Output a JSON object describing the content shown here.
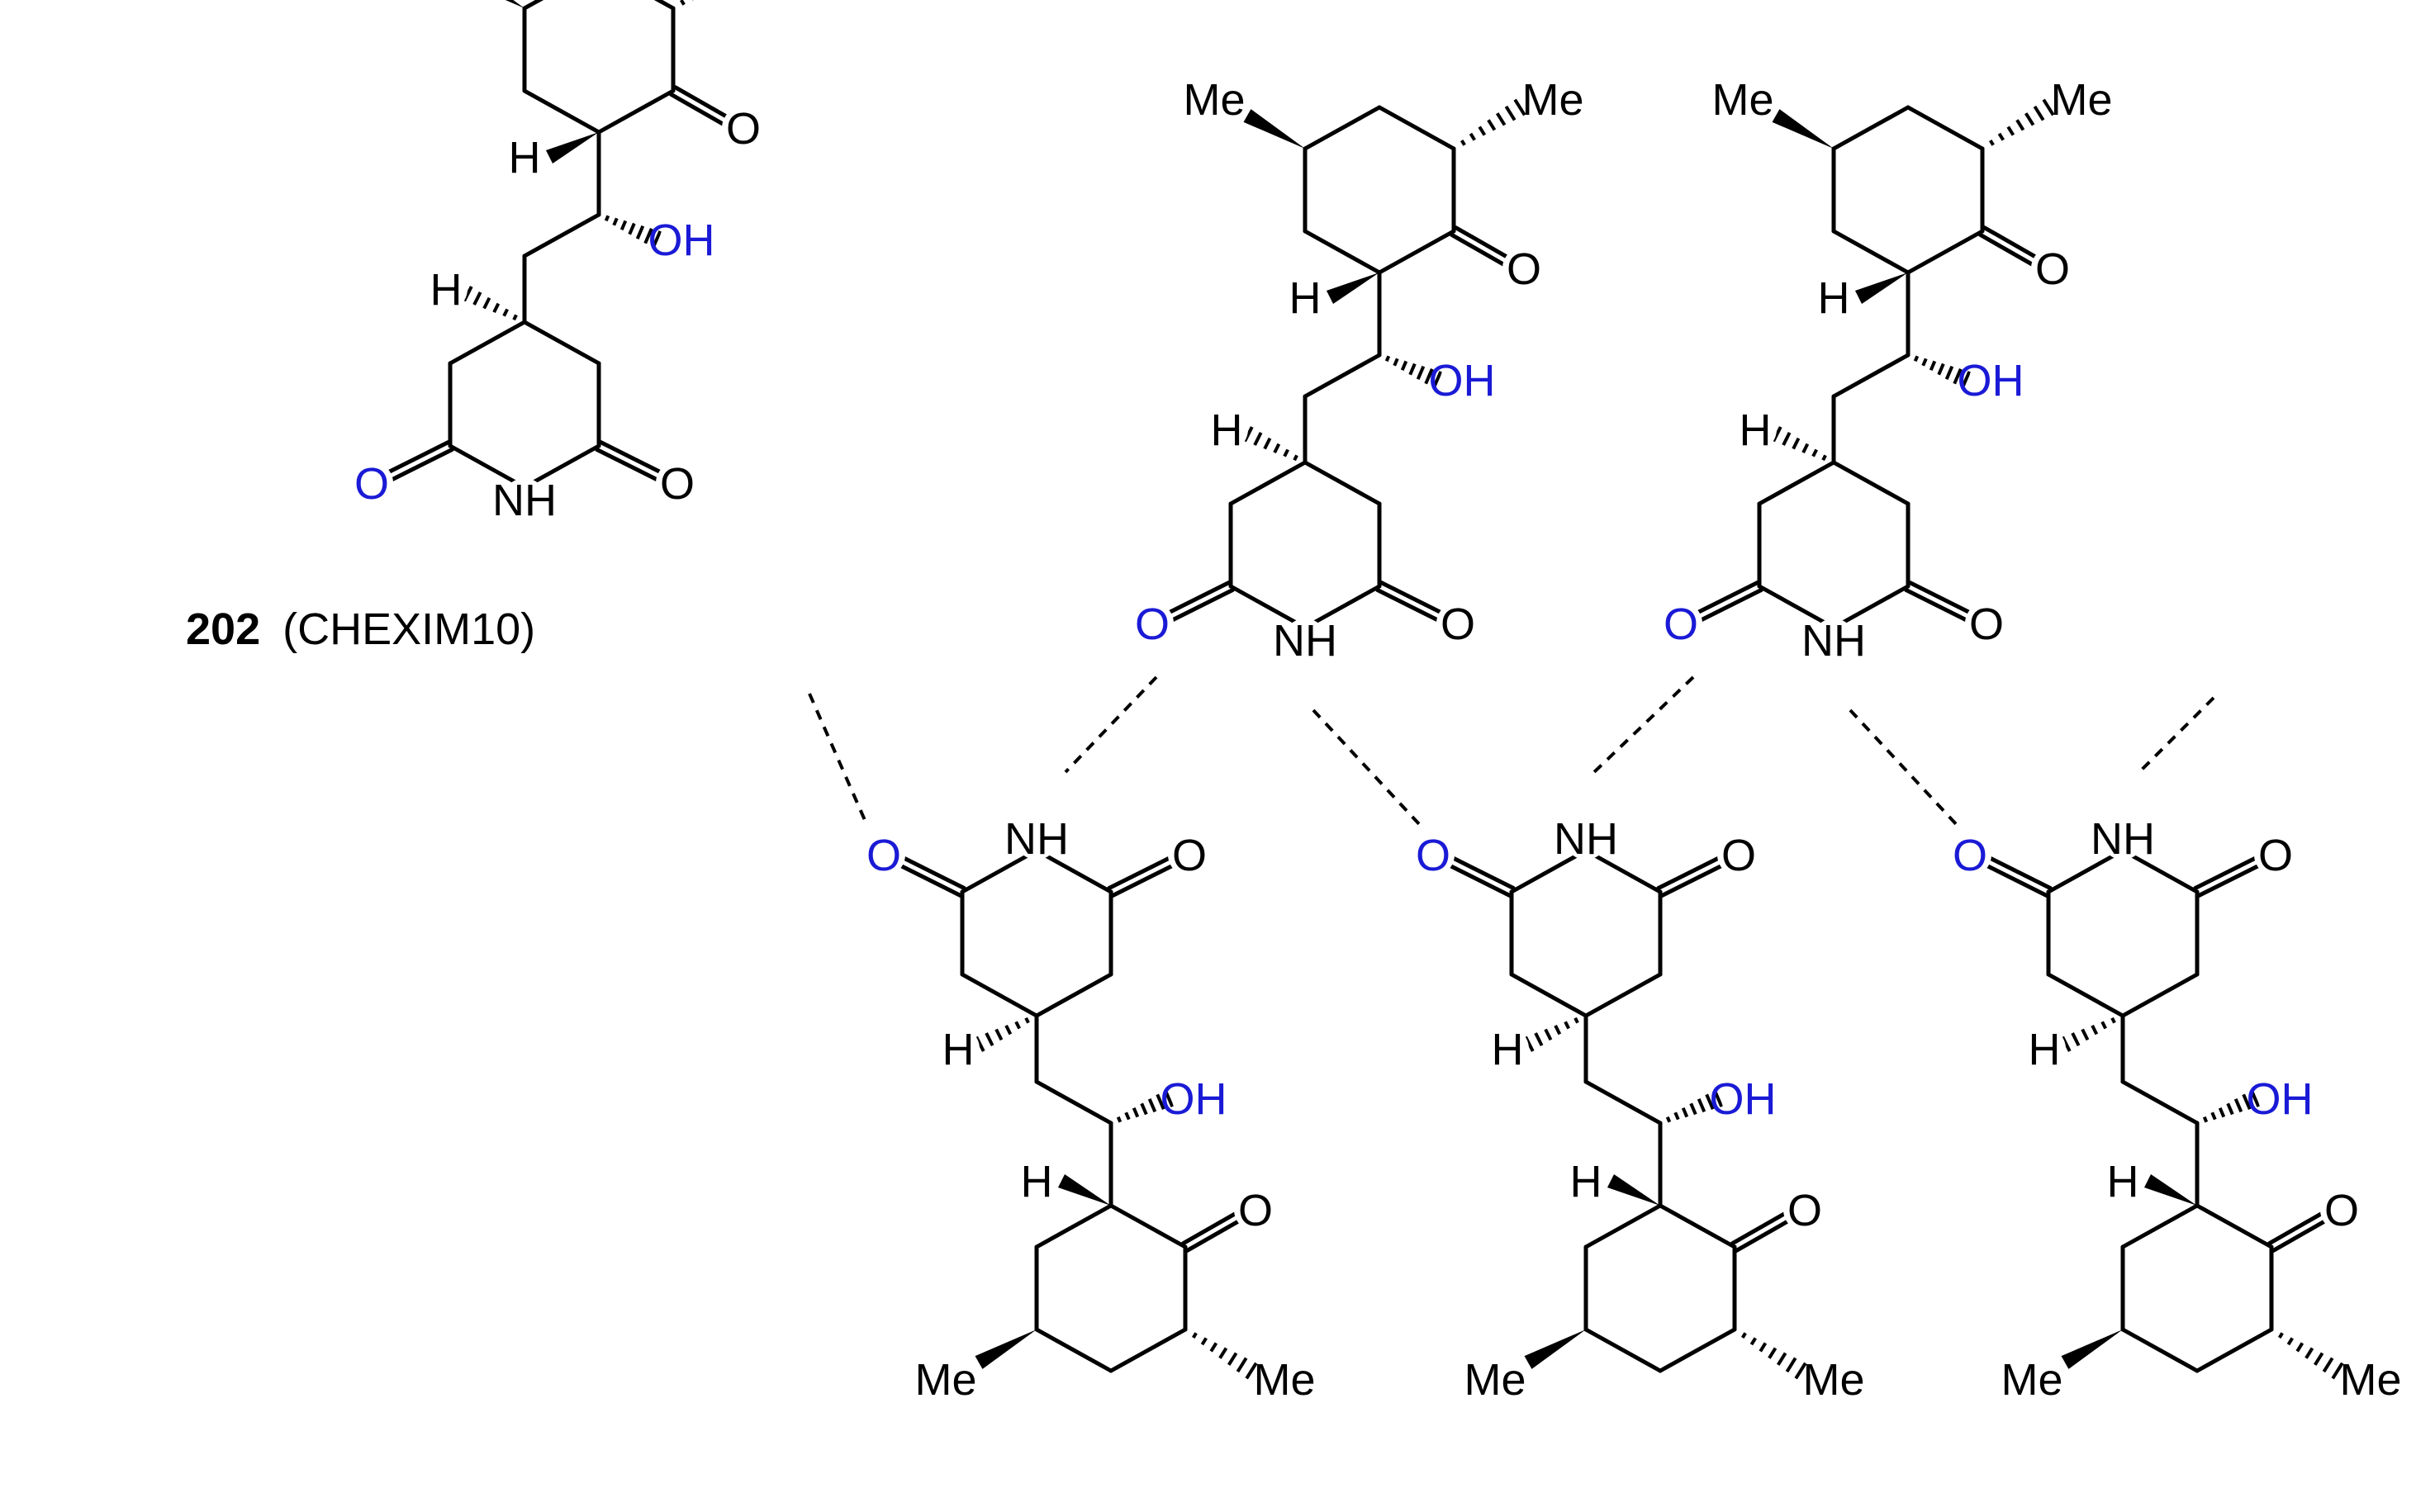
{
  "caption": {
    "number": "202",
    "code": "(CHEXIM10)"
  },
  "atom_labels": {
    "methyl": "Me",
    "oxygen": "O",
    "hydroxyl": "OH",
    "imide_nh": "NH",
    "nitrogen": "N",
    "hydrogen": "H"
  },
  "colors": {
    "bond": "#000000",
    "heteroatom": "#1a1ad6",
    "carbon_label": "#000000"
  }
}
